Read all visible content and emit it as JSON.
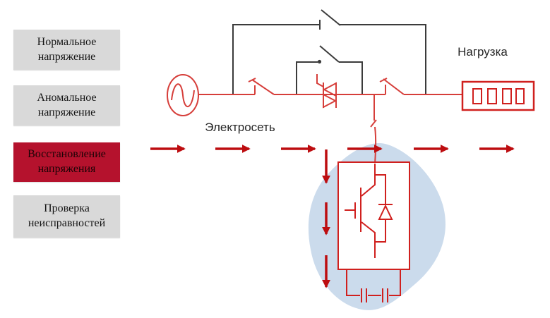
{
  "steps": [
    {
      "label": "Нормальное напряжение",
      "variant": "gray"
    },
    {
      "label": "Аномальное напряжение",
      "variant": "gray"
    },
    {
      "label": "Восстановление напряжения",
      "variant": "red"
    },
    {
      "label": "Проверка неисправностей",
      "variant": "gray"
    }
  ],
  "diagram": {
    "grid_label": "Электросеть",
    "load_label": "Нагрузка",
    "components": [
      "ac-source",
      "outer-bypass-switch",
      "inner-bypass-switch",
      "line-breaker-left",
      "triac",
      "line-breaker-right",
      "series-disconnect",
      "igbt",
      "freewheel-diode",
      "dc-link-capacitors",
      "load",
      "power-flow-arrows-right",
      "power-flow-arrows-down"
    ]
  },
  "colors": {
    "step_gray": "#d9d9d9",
    "step_red": "#b5122d",
    "circuit_red": "#d63e3a",
    "device_red": "#d0201e",
    "arrow_red": "#bd0d10",
    "wire_black": "#3b3b3b",
    "blob_blue": "#cbdbec"
  }
}
